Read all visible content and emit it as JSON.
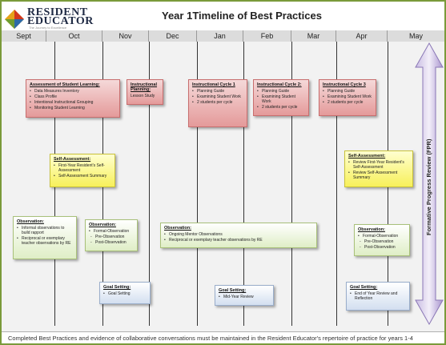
{
  "header": {
    "logo_line1": "RESIDENT",
    "logo_line2": "EDUCATOR",
    "logo_tagline": "The Journey to Excellence",
    "title": "Year 1Timeline of Best Practices"
  },
  "months": [
    "Sept",
    "Oct",
    "Nov",
    "Dec",
    "Jan",
    "Feb",
    "Mar",
    "Apr",
    "May"
  ],
  "fpr_label": "Formative Progress Review (FPR)",
  "boxes": {
    "assessment": {
      "title": "Assessment of Student Learning:",
      "items": [
        "Data Measures Inventory",
        "Class Profile",
        "Intentional Instructional Grouping",
        "Monitoring Student Learning"
      ]
    },
    "instructional_planning": {
      "title": "Instructional Planning:",
      "text": "Lesson Study"
    },
    "cycle1": {
      "title": "Instructional Cycle 1",
      "items": [
        "Planning Guide",
        "Examining Student Work",
        "2 students per cycle"
      ]
    },
    "cycle2": {
      "title": "Instructional Cycle 2:",
      "items": [
        "Planning Guide",
        "Examining Student Work",
        "2 students per cycle"
      ]
    },
    "cycle3": {
      "title": "Instructional Cycle 3",
      "items": [
        "Planning Guide",
        "Examining Student Work",
        "2 students per cycle"
      ]
    },
    "self_assessment_fall": {
      "title": "Self-Assessment:",
      "items": [
        "First-Year Resident's Self-Assessment",
        "Self-Assessment Summary"
      ]
    },
    "self_assessment_spring": {
      "title": "Self-Assessment:",
      "items": [
        "Review First-Year Resident's Self-Assessment",
        "Review Self-Assessment Summary"
      ]
    },
    "observation_informal": {
      "title": "Observation:",
      "items": [
        "Informal observations to build rapport",
        "Reciprocal or exemplary teacher observations by RE"
      ]
    },
    "observation_nov": {
      "title": "Observation:",
      "items": [
        "Formal-Observation"
      ],
      "subitems": [
        "Pre-Observation",
        "Post-Observation"
      ]
    },
    "observation_ongoing": {
      "title": "Observation:",
      "items": [
        "Ongoing Mentor Observations",
        "Reciprocal or exemplary teacher observations by RE"
      ]
    },
    "observation_apr": {
      "title": "Observation:",
      "items": [
        "Formal-Observation"
      ],
      "subitems": [
        "Pre-Observation",
        "Post-Observation"
      ]
    },
    "goal_nov": {
      "title": "Goal Setting:",
      "items": [
        "Goal Setting"
      ]
    },
    "goal_feb": {
      "title": "Goal Setting:",
      "items": [
        "Mid-Year Review"
      ]
    },
    "goal_apr": {
      "title": "Goal Setting:",
      "items": [
        "End of Year Review and Reflection"
      ]
    }
  },
  "footer": "Completed Best Practices and evidence of collaborative conversations must be maintained in the Resident Educator's repertoire of practice for years 1-4",
  "colors": {
    "frame": "#7a9a3a",
    "red_box": "#e49a9a",
    "yellow_box": "#f7f05a",
    "green_box": "#dfeec6",
    "blue_box": "#d3dff0",
    "arrow": "#b9a6d8"
  }
}
